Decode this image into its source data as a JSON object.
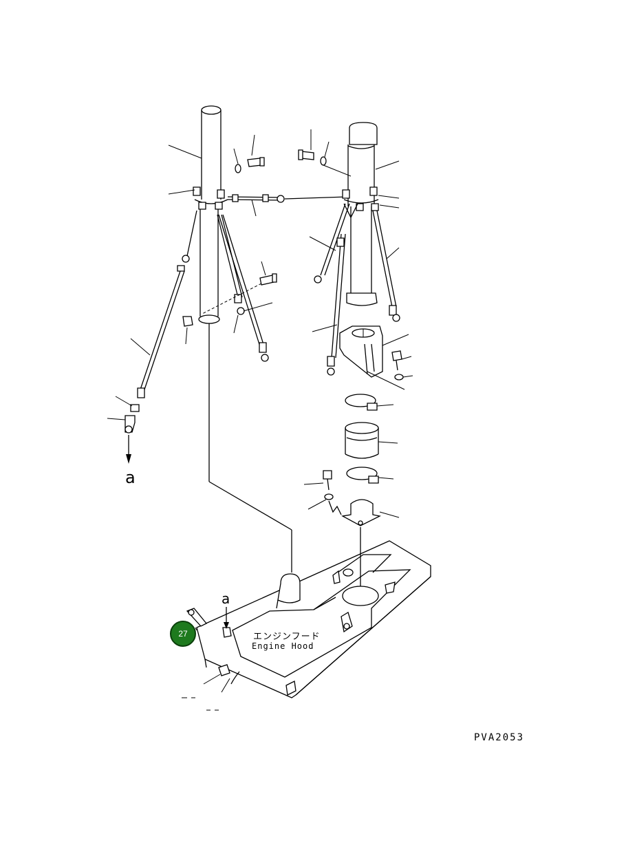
{
  "diagram": {
    "callout": {
      "number": "27",
      "color": "#1e7a1e"
    },
    "hood_label_jp": "エンジンフード",
    "hood_label_en": "Engine Hood",
    "reference_mark": "a",
    "drawing_code": "PVA2053"
  }
}
